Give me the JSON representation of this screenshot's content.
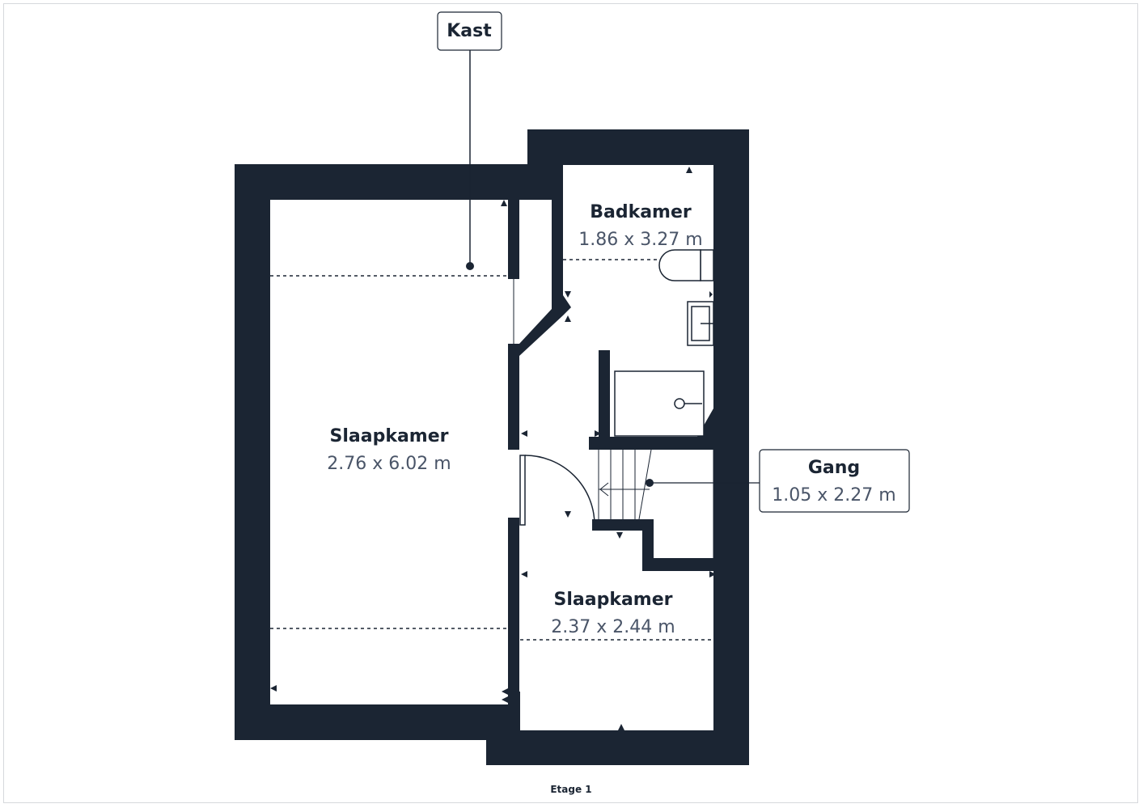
{
  "colors": {
    "wall": "#1b2533",
    "text": "#1b2533",
    "subtext": "#4a5568",
    "background": "#ffffff"
  },
  "rooms": {
    "slaapkamer_large": {
      "name": "Slaapkamer",
      "size": "2.76 x 6.02 m"
    },
    "badkamer": {
      "name": "Badkamer",
      "size": "1.86 x 3.27 m"
    },
    "slaapkamer_small": {
      "name": "Slaapkamer",
      "size": "2.37 x 2.44 m"
    },
    "gang": {
      "name": "Gang",
      "size": "1.05 x 2.27 m"
    },
    "kast": {
      "name": "Kast"
    }
  },
  "floor_label": "Etage 1"
}
